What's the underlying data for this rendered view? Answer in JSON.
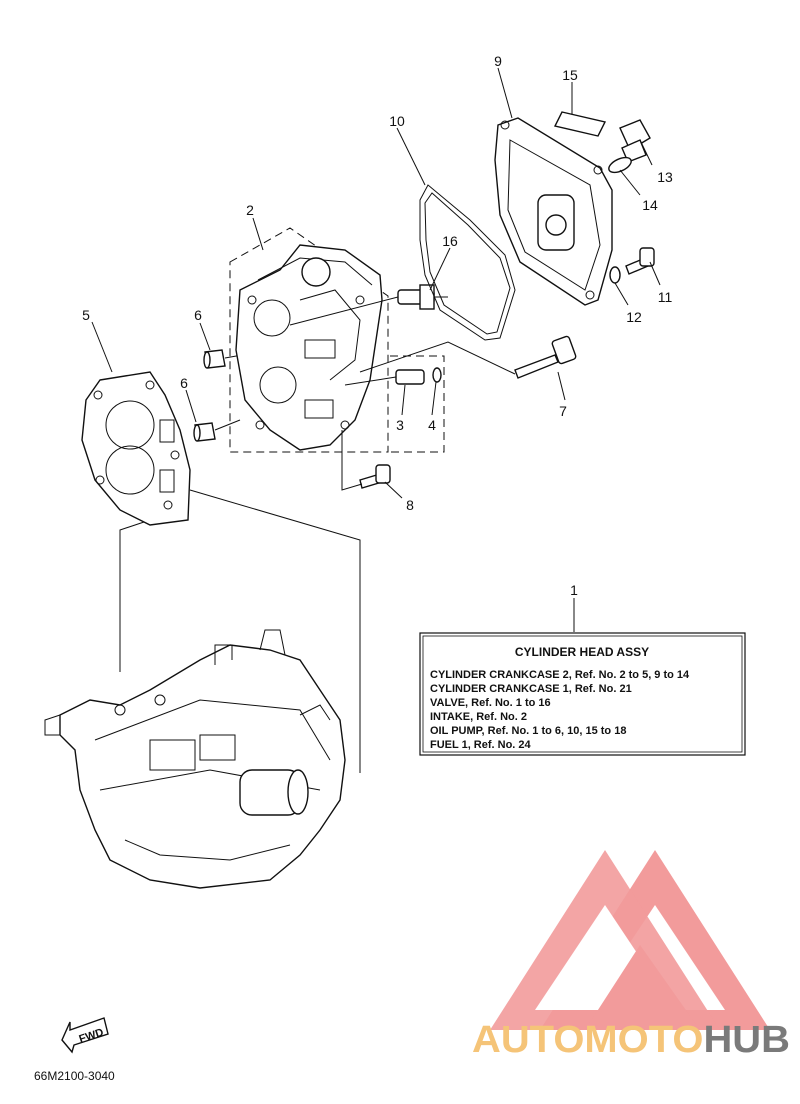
{
  "callouts": {
    "c1": "1",
    "c2": "2",
    "c3": "3",
    "c4": "4",
    "c5": "5",
    "c6a": "6",
    "c6b": "6",
    "c7": "7",
    "c8": "8",
    "c9": "9",
    "c10": "10",
    "c11": "11",
    "c12": "12",
    "c13": "13",
    "c14": "14",
    "c15": "15",
    "c16": "16"
  },
  "assy_box": {
    "title": "CYLINDER  HEAD ASSY",
    "lines": [
      "CYLINDER CRANKCASE 2, Ref. No. 2 to 5,  9 to 14",
      "CYLINDER CRANKCASE 1, Ref. No. 21",
      "VALVE,        Ref. No. 1 to 16",
      "INTAKE,       Ref. No. 2",
      "OIL PUMP, Ref. No. 1 to 6, 10, 15 to 18",
      "FUEL 1,       Ref. No. 24"
    ]
  },
  "fwd_label": "FWD",
  "drawing_code": "66M2100-3040",
  "watermark": {
    "part1": "AUTOMOTO",
    "part2": "HUB",
    "color_primary": "#f08a8a",
    "color_accent": "#f5c478",
    "color_dark": "#7a7a7a"
  }
}
